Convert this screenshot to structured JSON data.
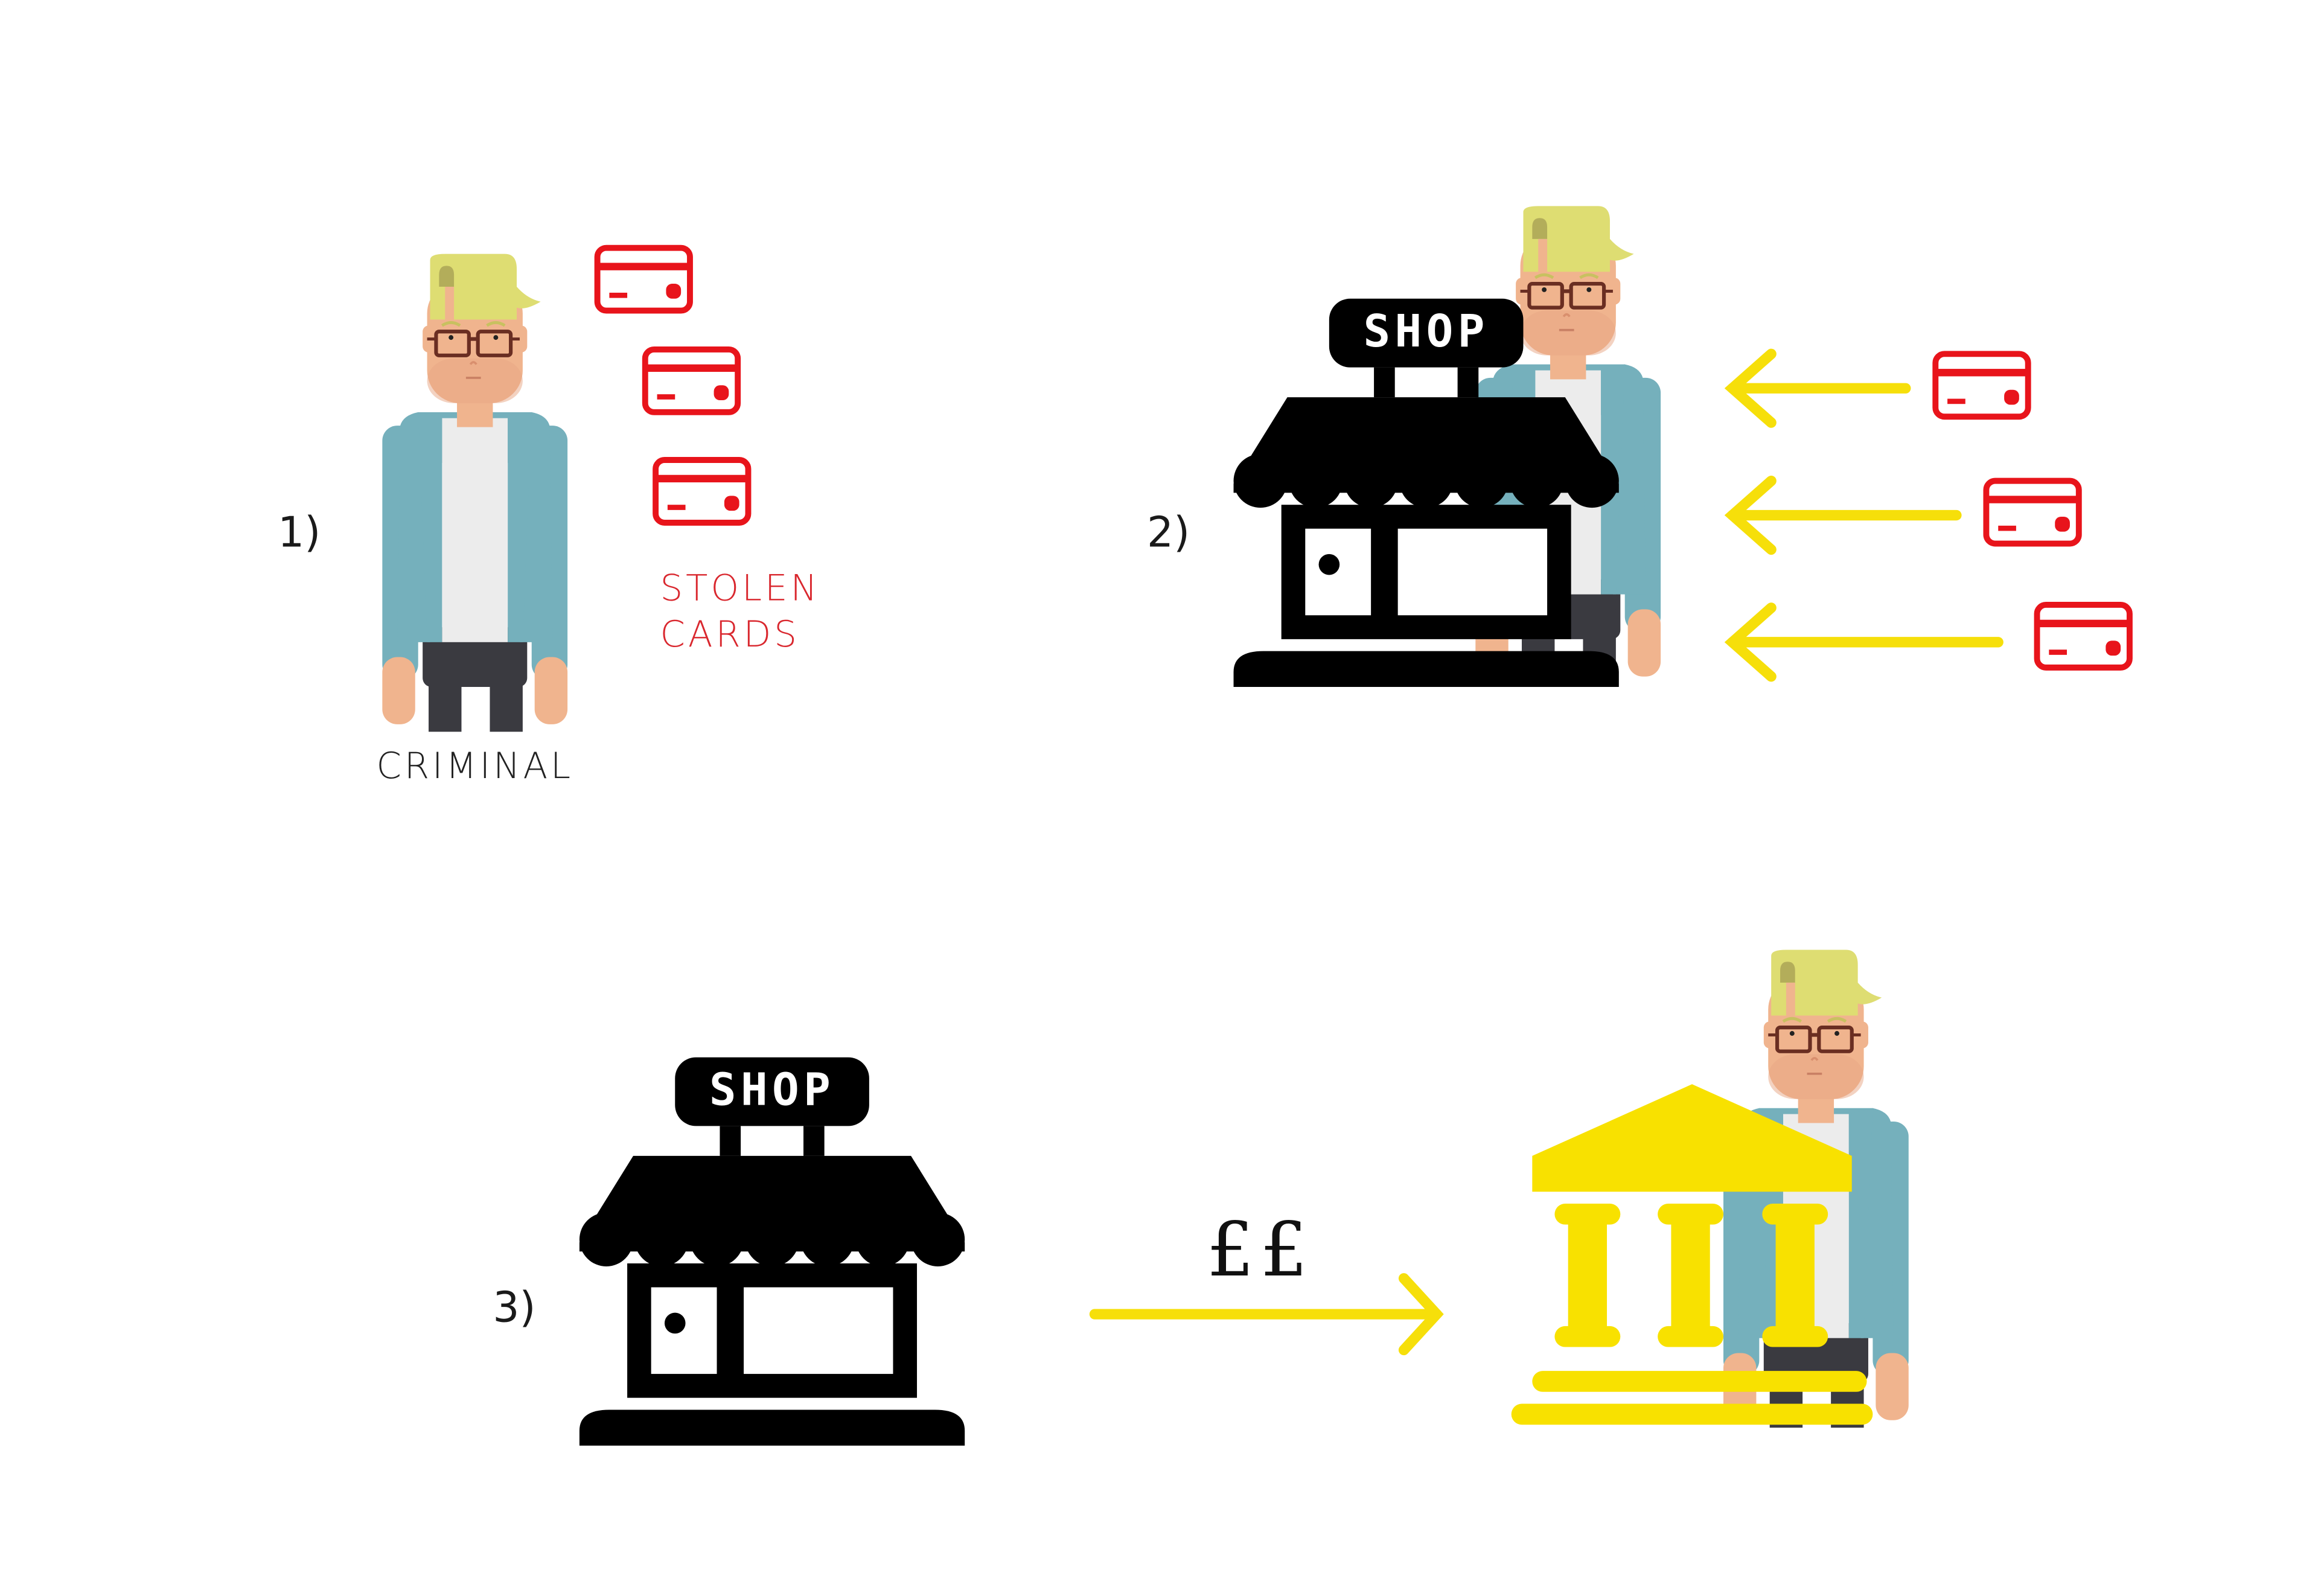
{
  "steps": [
    {
      "label": "1)"
    },
    {
      "label": "2)"
    },
    {
      "label": "3)"
    }
  ],
  "step1": {
    "person_caption": "CRIMINAL",
    "cards_caption_line1": "STOLEN",
    "cards_caption_line2": "CARDS",
    "card_count": 3
  },
  "step2": {
    "shop_sign": "SHOP",
    "card_count": 3,
    "arrow_direction": "left"
  },
  "step3": {
    "shop_sign": "SHOP",
    "transfer_label": "££",
    "arrow_direction": "right",
    "destination": "bank"
  },
  "colors": {
    "card_red": "#e8141b",
    "caption_red": "#d9272e",
    "arrow_yellow": "#f6df0a",
    "bank_yellow": "#f8e100",
    "shop_black": "#000000",
    "hair": "#dedd72",
    "hair_shadow": "#b3ad5a",
    "skin": "#f0b48e",
    "jacket": "#75b0bc",
    "shirt": "#ececec",
    "pants": "#3a3a40",
    "glasses": "#6a2e22"
  }
}
